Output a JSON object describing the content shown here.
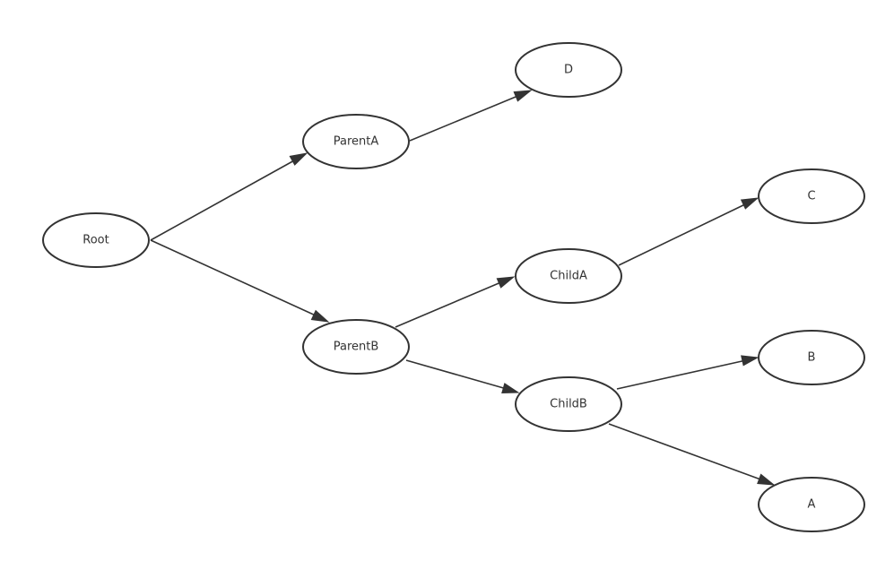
{
  "diagram": {
    "nodes": [
      {
        "id": "root",
        "label": "Root"
      },
      {
        "id": "parent-a",
        "label": "ParentA"
      },
      {
        "id": "parent-b",
        "label": "ParentB"
      },
      {
        "id": "node-d",
        "label": "D"
      },
      {
        "id": "child-a",
        "label": "ChildA"
      },
      {
        "id": "child-b",
        "label": "ChildB"
      },
      {
        "id": "node-c",
        "label": "C"
      },
      {
        "id": "node-b",
        "label": "B"
      },
      {
        "id": "node-a",
        "label": "A"
      }
    ],
    "edges": [
      {
        "from": "root",
        "to": "parent-a"
      },
      {
        "from": "root",
        "to": "parent-b"
      },
      {
        "from": "parent-a",
        "to": "node-d"
      },
      {
        "from": "parent-b",
        "to": "child-a"
      },
      {
        "from": "parent-b",
        "to": "child-b"
      },
      {
        "from": "child-a",
        "to": "node-c"
      },
      {
        "from": "child-b",
        "to": "node-b"
      },
      {
        "from": "child-b",
        "to": "node-a"
      }
    ]
  }
}
